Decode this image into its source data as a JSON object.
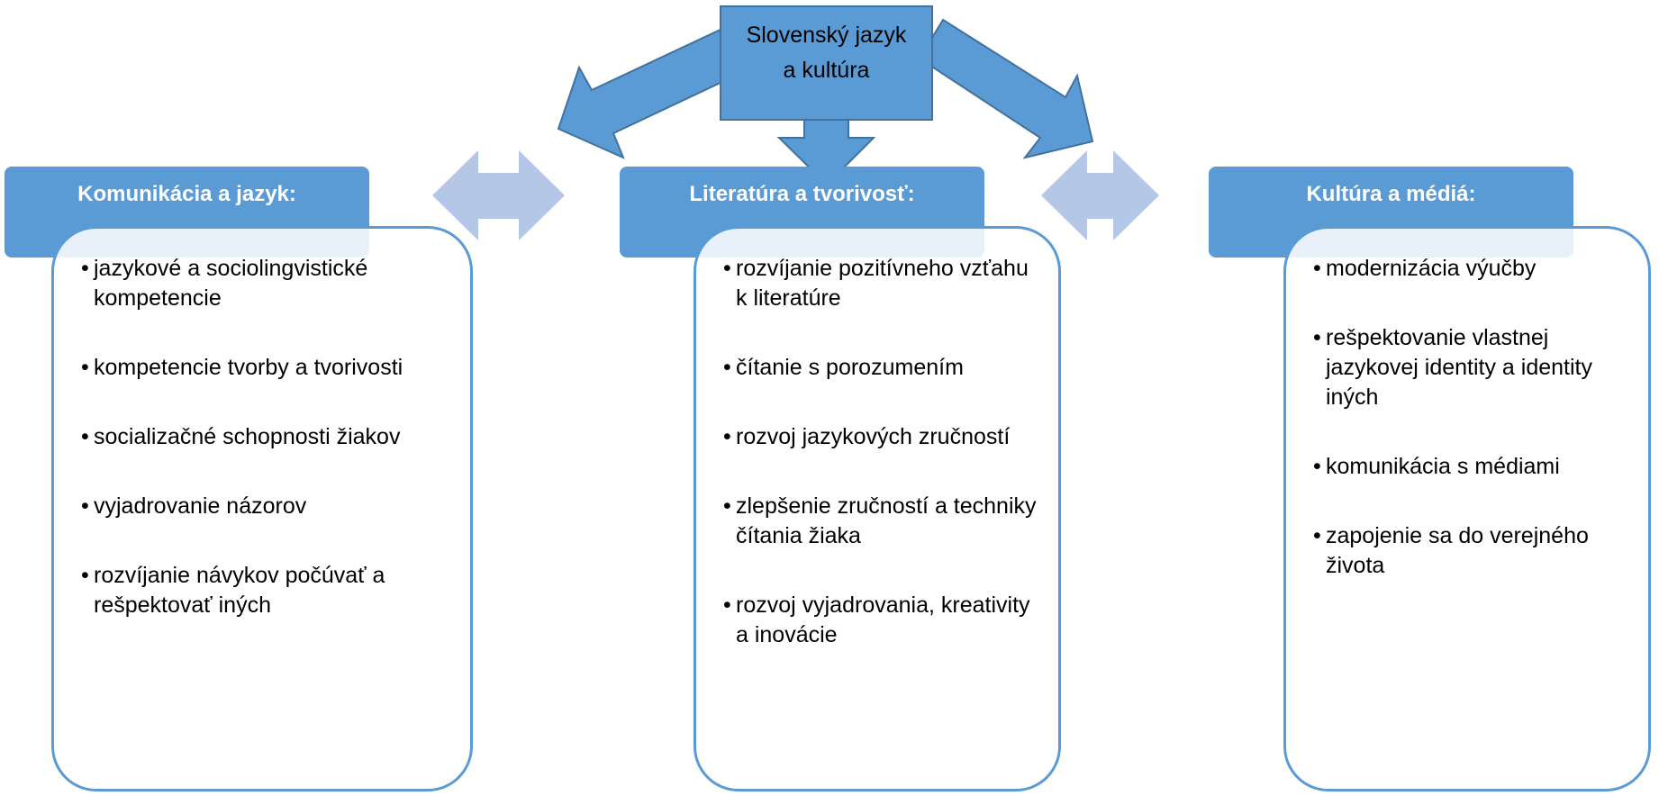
{
  "root": {
    "title_line1": "Slovenský jazyk",
    "title_line2": "a kultúra"
  },
  "columns": [
    {
      "title": "Komunikácia a jazyk:",
      "items": [
        " jazykové a sociolingvistické kompetencie",
        " kompetencie tvorby a tvorivosti",
        " socializačné schopnosti žiakov",
        "vyjadrovanie názorov",
        "rozvíjanie návykov počúvať a rešpektovať iných"
      ]
    },
    {
      "title": "Literatúra a tvorivosť:",
      "items": [
        " rozvíjanie pozitívneho vzťahu k literatúre",
        " čítanie s porozumením",
        " rozvoj jazykových zručností",
        " zlepšenie zručností a techniky čítania žiaka",
        "rozvoj vyjadrovania, kreativity a inovácie"
      ]
    },
    {
      "title": "Kultúra a médiá:",
      "items": [
        "modernizácia výučby",
        " rešpektovanie vlastnej jazykovej identity a identity iných",
        "komunikácia s médiami",
        " zapojenie sa do verejného života"
      ]
    }
  ],
  "bullet": "•",
  "colors": {
    "primary": "#5b9bd5",
    "primary_border": "#41719c",
    "double_arrow": "#b4c7e7",
    "card_border": "#5b9bd5"
  }
}
